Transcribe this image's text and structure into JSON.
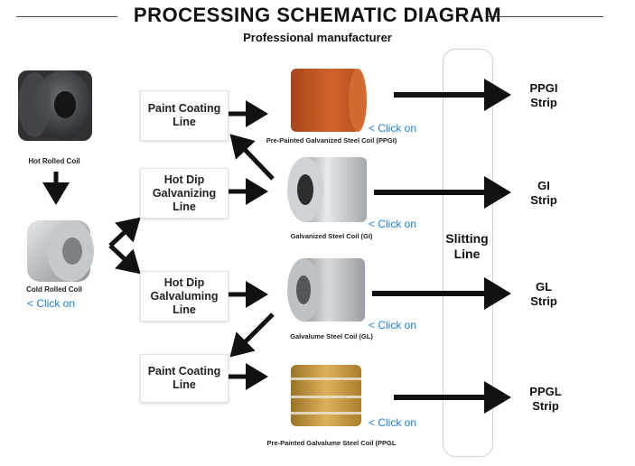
{
  "header": {
    "title": "PROCESSING SCHEMATIC DIAGRAM",
    "subtitle": "Professional manufacturer"
  },
  "inputs": {
    "hot_rolled_coil": "Hot Rolled Coil",
    "cold_rolled_coil": "Cold Rolled Coil",
    "cold_rolled_click": "< Click on"
  },
  "process_boxes": {
    "paint_coating_1": "Paint Coating\nLine",
    "hot_dip_galvanizing": "Hot Dip\nGalvanizing\nLine",
    "hot_dip_galvaluming": "Hot Dip\nGalvaluming\nLine",
    "paint_coating_2": "Paint Coating\nLine"
  },
  "products": {
    "ppgi_coil": "Pre-Painted Galvanized Steel Coil (PPGI)",
    "gi_coil": "Galvanized Steel Coil (GI)",
    "gl_coil": "Galvalume Steel Coil (GL)",
    "ppgl_coil": "Pre-Painted Galvalume Steel Coil (PPGL",
    "click_on": "< Click on"
  },
  "slitting": {
    "label": "Slitting\nLine"
  },
  "outputs": {
    "ppgi": "PPGI\nStrip",
    "gi": "GI\nStrip",
    "gl": "GL\nStrip",
    "ppgl": "PPGL\nStrip"
  },
  "colors": {
    "arrow": "#111111",
    "link": "#1e7fd0",
    "ppgi_coil": "#c8561e",
    "gi_coil": "#b9bfc4",
    "gl_coil": "#a9adb1",
    "ppgl_coil": "#c99a3e",
    "hot_rolled_coil": "#3b3d40",
    "cold_rolled_coil": "#b5b8bb"
  }
}
